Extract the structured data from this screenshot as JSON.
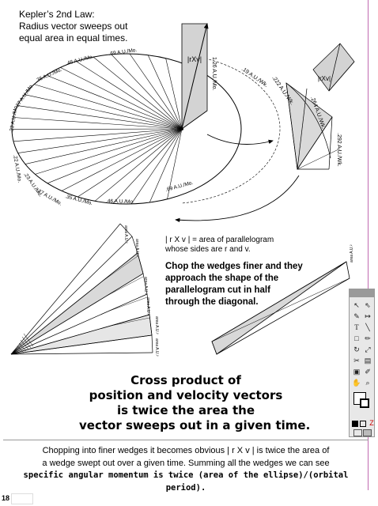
{
  "title_line1": "Kepler’s 2nd Law:",
  "title_line2": "Radius vector sweeps out",
  "title_line3": "equal area in equal times.",
  "ellipse_labels": [
    ".69 A.U./Mo.",
    ".46 A.U./Mo.",
    ".35 A.U./Mo.",
    ".27 A.U./Mo.",
    ".23 A.U./Mo.",
    ".22 A.U./Mo.",
    ".23 A.U./Mo.",
    ".27 A.U./Mo.",
    ".35 A.U./Mo.",
    ".46 A.U./Mo.",
    ".69 A.U./Mo."
  ],
  "top_speed_label": "1.26 A.U./Mo.",
  "rxv_label": "|rXv|",
  "zoom_labels": [
    ".19 A.U./Wk.",
    ".222 A.U./Wk.",
    ".264 A.U./Wk.",
    ".292 A.U./Wk."
  ],
  "wedge_labels": [
    "area A.U.²",
    "area A.U.²",
    "area A.U.²",
    "area A.U.²",
    "area A.U.²",
    "area A.U.²"
  ],
  "note_line1": "| r X v | = area of parallelogram",
  "note_line2": "whose sides are r and v.",
  "chop_lines": [
    "Chop the wedges finer and they",
    "approach the shape of the",
    "parallelogram cut in half",
    "through the diagonal."
  ],
  "cross_lines": [
    "Cross product of",
    "position and velocity vectors",
    "is twice the area the",
    "vector sweeps out in a given time."
  ],
  "bottom_line1": "Chopping into finer wedges it becomes obvious | r X v | is twice the area of",
  "bottom_line2": "a wedge swept out over a given time.   Summing all the wedges we can see",
  "bottom_line3": "specific angular momentum is twice (area of the ellipse)/(orbital period).",
  "page_number": "18",
  "toolbar_tools": [
    "select-tool",
    "direct-select-tool",
    "pen-tool",
    "type-tool",
    "line-tool",
    "rectangle-tool",
    "pencil-tool",
    "rotate-tool",
    "scale-tool",
    "scissors-tool",
    "gradient-tool",
    "eyedropper-tool",
    "hand-tool",
    "zoom-tool"
  ]
}
